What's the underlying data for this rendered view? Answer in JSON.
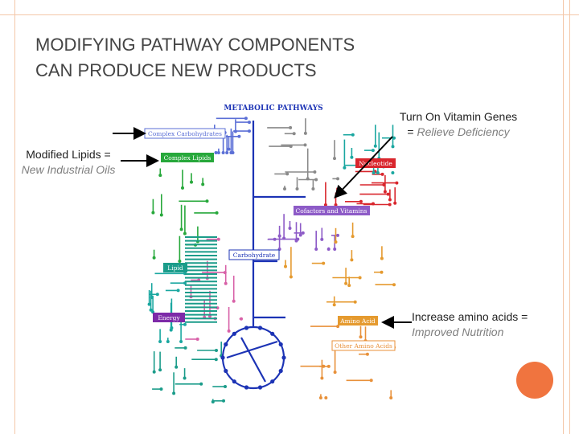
{
  "slide": {
    "title_line1": "MODIFYING PATHWAY COMPONENTS",
    "title_line2": "CAN PRODUCE NEW PRODUCTS"
  },
  "diagram": {
    "heading": "METABOLIC PATHWAYS",
    "labels": {
      "complex_carbohydrates": "Complex Carbohydrates",
      "complex_lipids": "Complex Lipids",
      "nucleotide": "Nucleotide",
      "cofactors_vitamins": "Cofactors and Vitamins",
      "carbohydrate": "Carbohydrate",
      "lipid": "Lipid",
      "energy": "Energy",
      "amino_acid": "Amino Acid",
      "other_amino_acids": "Other Amino Acids"
    },
    "colors": {
      "carbohydrate": "#1c33b5",
      "complex_carbohydrates": "#5b6fd6",
      "complex_lipids": "#27a83b",
      "lipid": "#1b9c8a",
      "nucleotide": "#d9262d",
      "cofactors": "#8d5bc7",
      "amino_acid": "#e59a2f",
      "other_amino": "#e8913a",
      "energy": "#7d2aa8",
      "gray": "#8a8a8a",
      "pink": "#d861a8",
      "teal": "#1aa7a0",
      "accent_circle": "#f0743f"
    }
  },
  "annotations": {
    "vitamin": {
      "line1": "Turn On Vitamin Genes",
      "line2": "= Relieve Deficiency"
    },
    "lipids": {
      "line1": "Modified Lipids =",
      "line2": "New Industrial Oils"
    },
    "amino": {
      "line1": "Increase amino acids =",
      "line2": "Improved Nutrition"
    }
  }
}
